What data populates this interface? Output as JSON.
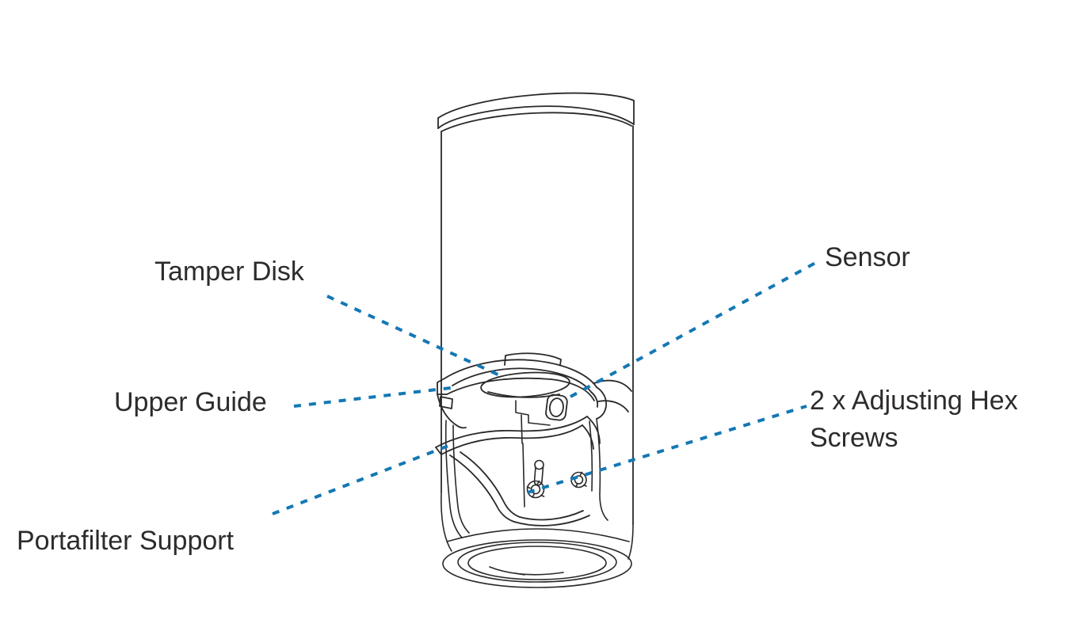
{
  "colors": {
    "background": "#ffffff",
    "leader_line": "#1478b4",
    "line_art": "#2a282b",
    "label_text": "#2e2b2c"
  },
  "labels": {
    "tamper_disk": "Tamper Disk",
    "sensor": "Sensor",
    "upper_guide": "Upper Guide",
    "adjusting_hex_screws": "2 x Adjusting Hex Screws",
    "portafilter_support": "Portafilter Support"
  }
}
